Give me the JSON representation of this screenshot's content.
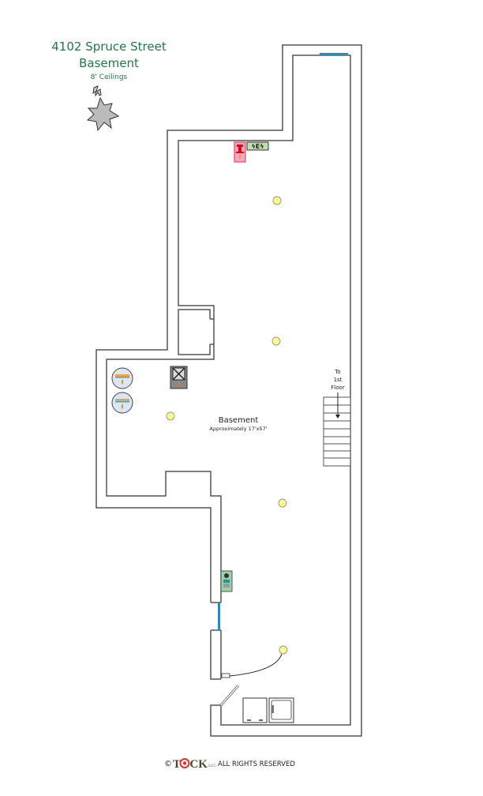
{
  "header": {
    "address": "4102 Spruce Street",
    "level": "Basement",
    "ceilings": "8' Ceilings",
    "compass_label": "N"
  },
  "room": {
    "name": "Basement",
    "size": "Approximately 17'x57'"
  },
  "stairs": {
    "label_line1": "To",
    "label_line2": "1st",
    "label_line3": "Floor"
  },
  "footer": {
    "copyright_symbol": "©",
    "brand": "TOCK",
    "brand_suffix": "LLC",
    "rights": "ALL RIGHTS RESERVED"
  },
  "colors": {
    "title_green": "#1f7a45",
    "wall": "#555555",
    "window": "#1a8fc9",
    "light": "#ffff88",
    "panel_green": "#bfe0b0",
    "alarm_pink": "#f7a6c6"
  }
}
